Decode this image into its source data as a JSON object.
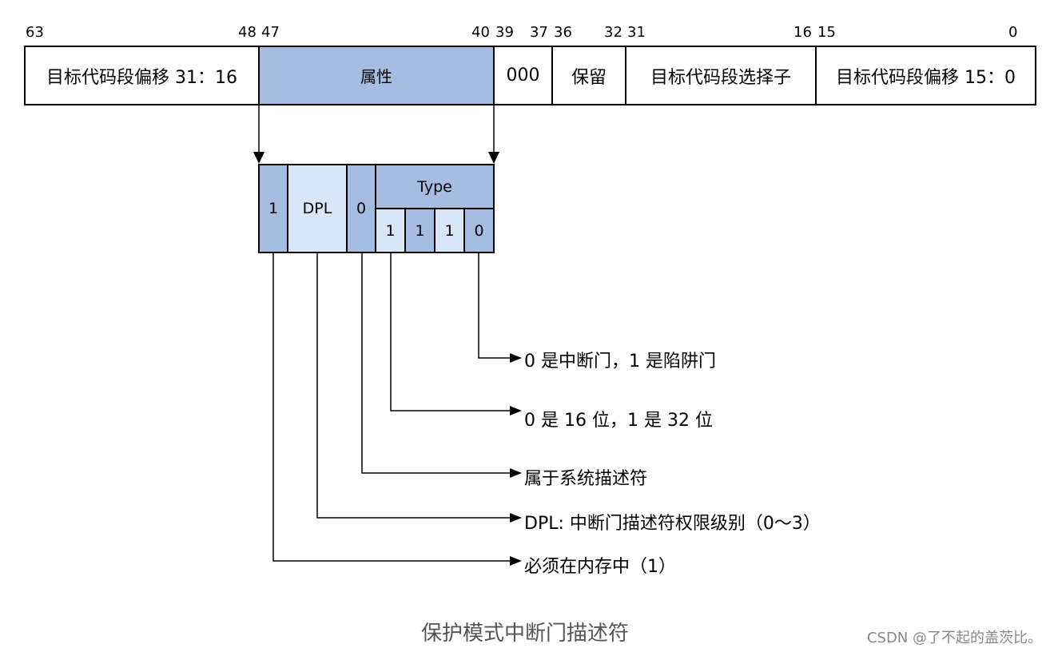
{
  "bit_numbers": [
    "63",
    "48",
    "47",
    "40",
    "39",
    "37",
    "36",
    "32",
    "31",
    "16",
    "15",
    "0"
  ],
  "top_fields": {
    "offset_high": "目标代码段偏移 31：16",
    "attributes": "属性",
    "zero_bits": "000",
    "reserved": "保留",
    "selector": "目标代码段选择子",
    "offset_low": "目标代码段偏移 15：0"
  },
  "attr_fields": {
    "p": "1",
    "dpl": "DPL",
    "s": "0",
    "type_label": "Type",
    "type_bits": [
      "1",
      "1",
      "1",
      "0"
    ]
  },
  "annotations": [
    "0 是中断门，1 是陷阱门",
    "0 是 16 位，1 是 32 位",
    "属于系统描述符",
    "DPL: 中断门描述符权限级别（0～3）",
    "必须在内存中（1）"
  ],
  "caption": "保护模式中断门描述符",
  "watermark": "CSDN @了不起的盖茨比。",
  "colors": {
    "dark_fill": "#a4bde0",
    "light_fill": "#d9e6f7",
    "line": "#000000"
  }
}
